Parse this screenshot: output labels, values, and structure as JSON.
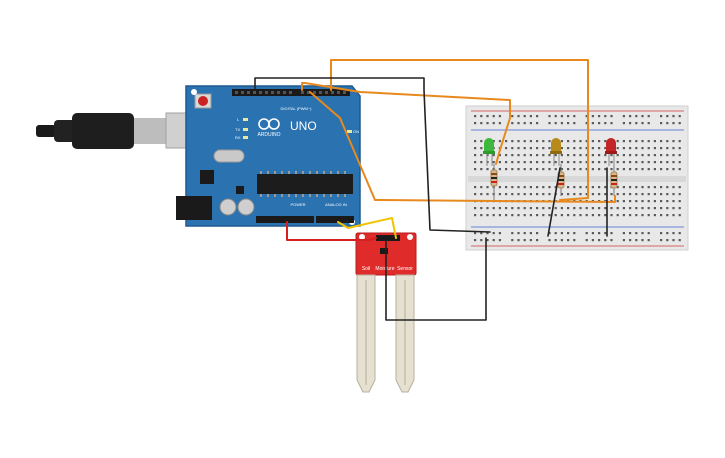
{
  "colors": {
    "board": "#2a72b0",
    "board_dark": "#1d5a8e",
    "breadboard": "#e8e8e8",
    "sensor": "#e02b2b",
    "wire_orange": "#e8891d",
    "wire_black": "#222222",
    "wire_red": "#d42020",
    "wire_yellow": "#f2c400",
    "led_green": "#3cb83c",
    "led_yellow": "#b88a1a",
    "led_red": "#c42424"
  },
  "arduino": {
    "brand": "ARDUINO",
    "model": "UNO",
    "digital_label": "DIGITAL (PWM~)",
    "power_label": "POWER",
    "analog_label": "ANALOG IN",
    "tx_label": "TX",
    "rx_label": "RX",
    "l_label": "L",
    "on_label": "ON"
  },
  "sensor": {
    "label_left": "Soil",
    "label_mid": "Moisture",
    "label_right": "Sensor"
  },
  "leds": [
    {
      "color_name": "green"
    },
    {
      "color_name": "yellow"
    },
    {
      "color_name": "red"
    }
  ]
}
